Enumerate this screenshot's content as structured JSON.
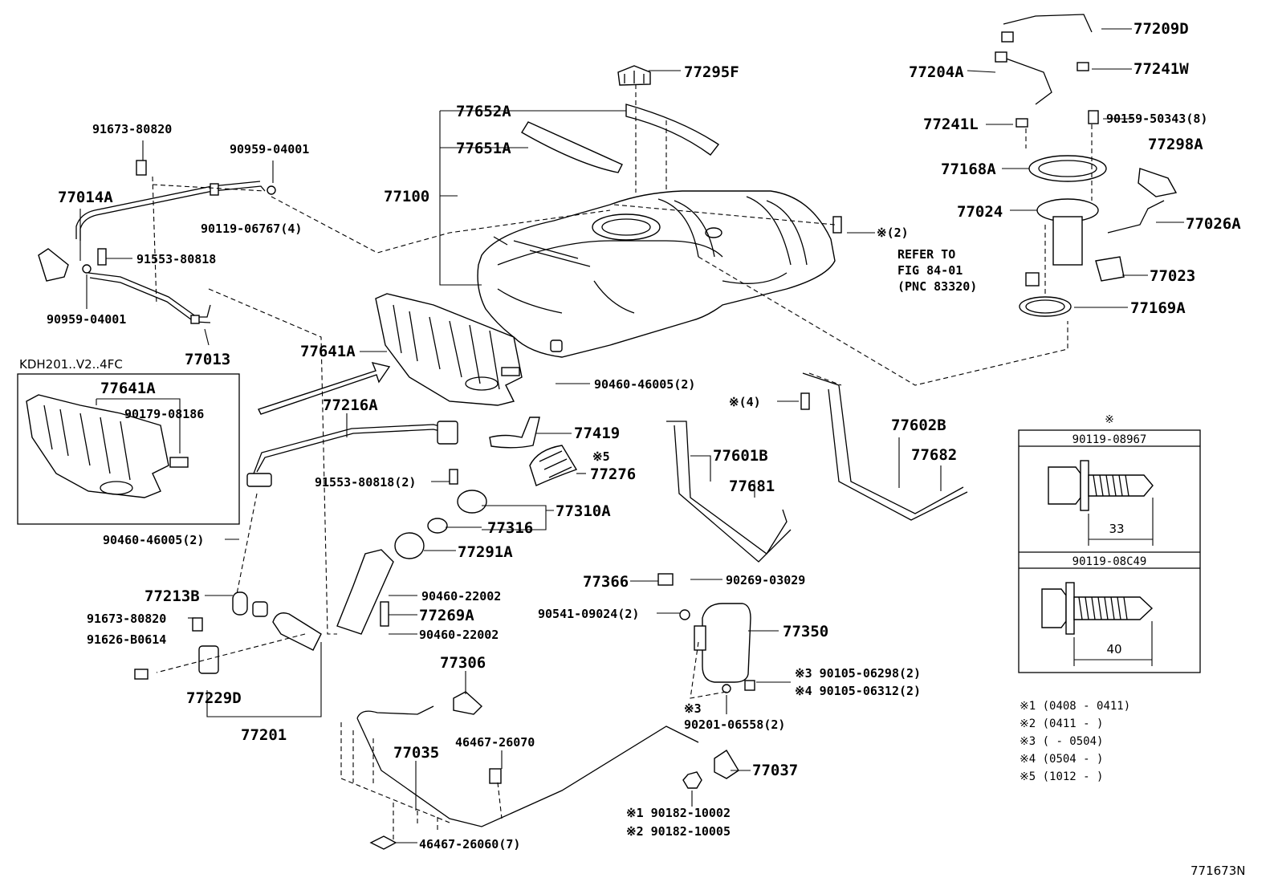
{
  "diagram": {
    "figure_code": "771673N",
    "inset_label": "KDH201..V2..4FC",
    "refer_note": [
      "REFER TO",
      "FIG 84-01",
      "(PNC 83320)"
    ],
    "parts": {
      "p77209D": "77209D",
      "p77204A": "77204A",
      "p77241W": "77241W",
      "p77241L": "77241L",
      "p90159": "90159-50343(8)",
      "p77168A": "77168A",
      "p77298A": "77298A",
      "p77024": "77024",
      "p77026A": "77026A",
      "p77023": "77023",
      "p77169A": "77169A",
      "p77295F": "77295F",
      "p77652A": "77652A",
      "p77651A": "77651A",
      "p77100": "77100",
      "p_x2": "※(2)",
      "p91673a": "91673-80820",
      "p90959a": "90959-04001",
      "p77014A": "77014A",
      "p90119_06767": "90119-06767(4)",
      "p91553a": "91553-80818",
      "p90959b": "90959-04001",
      "p77013": "77013",
      "p77641A": "77641A",
      "p77641A_inset": "77641A",
      "p90179": "90179-08186",
      "p77216A": "77216A",
      "p90460_46005a": "90460-46005(2)",
      "p_x4": "※(4)",
      "p77419": "77419",
      "p_x5": "※5",
      "p77276": "77276",
      "p91553b": "91553-80818(2)",
      "p77310A": "77310A",
      "p77316": "77316",
      "p90460_46005b": "90460-46005(2)",
      "p77291A": "77291A",
      "p77602B": "77602B",
      "p77682": "77682",
      "p77601B": "77601B",
      "p77681": "77681",
      "p77366": "77366",
      "p90269": "90269-03029",
      "p90460_22002a": "90460-22002",
      "p77269A": "77269A",
      "p90460_22002b": "90460-22002",
      "p77213B": "77213B",
      "p91673b": "91673-80820",
      "p91626": "91626-B0614",
      "p90541": "90541-09024(2)",
      "p77350": "77350",
      "p90105a": "※3 90105-06298(2)",
      "p90105b": "※4 90105-06312(2)",
      "p_x3": "※3",
      "p90201": "90201-06558(2)",
      "p77229D": "77229D",
      "p77306": "77306",
      "p77201": "77201",
      "p77035": "77035",
      "p46467_26070": "46467-26070",
      "p77037": "77037",
      "p90182a": "※1 90182-10002",
      "p90182b": "※2 90182-10005",
      "p46467_26060": "46467-26060(7)"
    },
    "bolt_table": {
      "header": "※",
      "rows": [
        {
          "part": "90119-08967",
          "length": "33"
        },
        {
          "part": "90119-08C49",
          "length": "40"
        }
      ]
    },
    "notes": [
      "※1 (0408 - 0411)",
      "※2 (0411 -       )",
      "※3 (      - 0504)",
      "※4 (0504 -       )",
      "※5 (1012 -       )"
    ]
  }
}
